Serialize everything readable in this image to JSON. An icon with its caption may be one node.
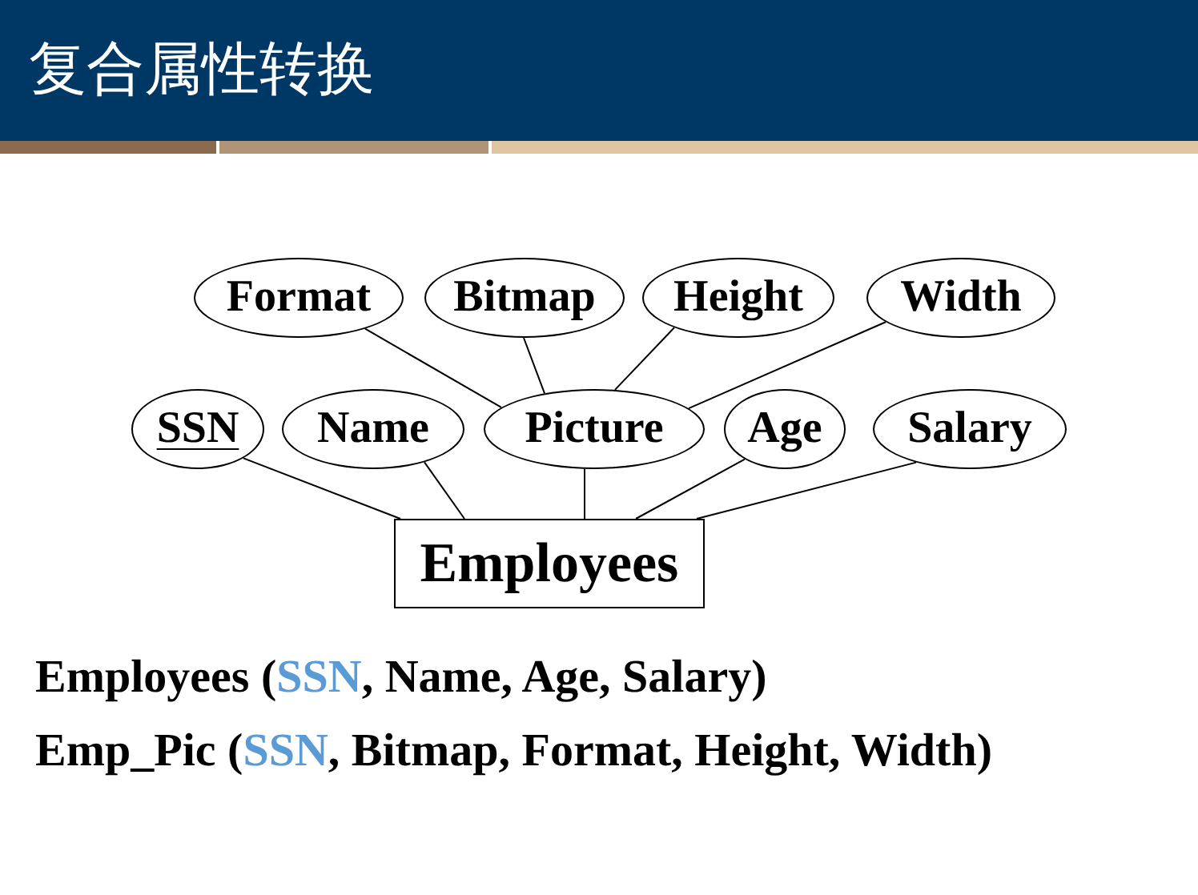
{
  "diagram": {
    "title": "复合属性转换",
    "nodes": [
      {
        "text": [
          "Format"
        ]
      },
      {
        "text": [
          "Bitmap"
        ]
      },
      {
        "text": [
          "Height"
        ]
      },
      {
        "text": [
          "Width"
        ]
      },
      {
        "text": [
          "SSN"
        ]
      },
      {
        "text": [
          "Name"
        ]
      },
      {
        "text": [
          "Picture"
        ]
      },
      {
        "text": [
          "Age"
        ]
      },
      {
        "text": [
          "Salary"
        ]
      },
      {
        "text": [
          "Employees"
        ]
      }
    ],
    "edges": [
      {
        "from": 0,
        "to": 6,
        "arrow": "none"
      },
      {
        "from": 1,
        "to": 6,
        "arrow": "none"
      },
      {
        "from": 2,
        "to": 6,
        "arrow": "none"
      },
      {
        "from": 3,
        "to": 6,
        "arrow": "none"
      },
      {
        "from": 4,
        "to": 9,
        "arrow": "none"
      },
      {
        "from": 5,
        "to": 9,
        "arrow": "none"
      },
      {
        "from": 6,
        "to": 9,
        "arrow": "none"
      },
      {
        "from": 7,
        "to": 9,
        "arrow": "none"
      },
      {
        "from": 8,
        "to": 9,
        "arrow": "none"
      }
    ],
    "labels": [
      "Employees (*SSN*, Name, Age, Salary)",
      "Emp_Pic (*SSN*, Bitmap, Format, Height, Width)"
    ]
  }
}
